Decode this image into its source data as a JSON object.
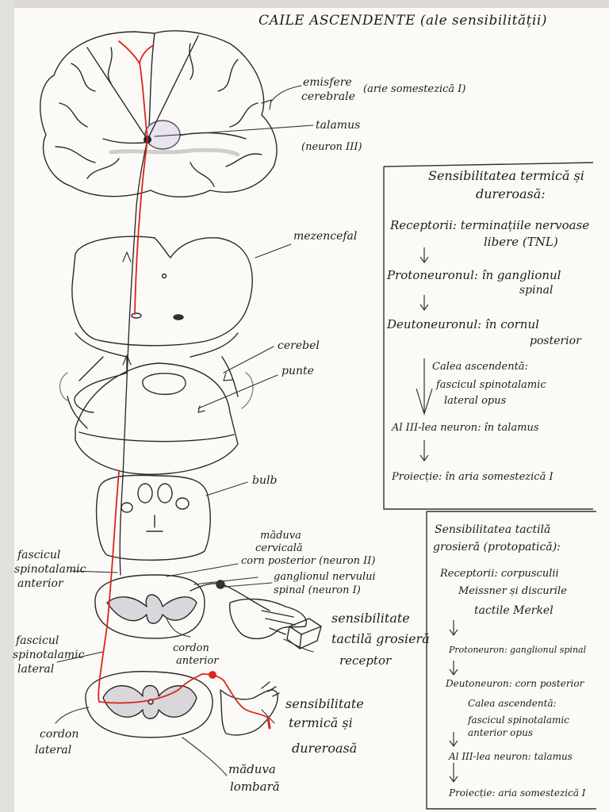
{
  "title": "CAILE ASCENDENTE (ale sensibilității)",
  "labels": {
    "emisfere": "emisfere",
    "cerebrale": "cerebrale",
    "arie1": "(arie somestezică I)",
    "talamus": "talamus",
    "neuron3": "(neuron III)",
    "mezencefal": "mezencefal",
    "cerebel": "cerebel",
    "punte": "punte",
    "bulb": "bulb",
    "maduva_cervicala_1": "măduva",
    "maduva_cervicala_2": "cervicală",
    "corn_posterior": "corn posterior (neuron II)",
    "ganglion_1": "ganglionul nervului",
    "ganglion_2": "spinal (neuron I)",
    "fascicul_anterior_1": "fascicul",
    "fascicul_anterior_2": "spinotalamic",
    "fascicul_anterior_3": "anterior",
    "fascicul_lateral_1": "fascicul",
    "fascicul_lateral_2": "spinotalamic",
    "fascicul_lateral_3": "lateral",
    "cordon_anterior_1": "cordon",
    "cordon_anterior_2": "anterior",
    "sens_tactila_1": "sensibilitate",
    "sens_tactila_2": "tactilă grosieră",
    "receptor": "receptor",
    "cordon_lateral_1": "cordon",
    "cordon_lateral_2": "lateral",
    "sens_termica_1": "sensibilitate",
    "sens_termica_2": "termică și",
    "sens_termica_3": "dureroasă",
    "maduva_lombara_1": "măduva",
    "maduva_lombara_2": "lombară"
  },
  "box1": {
    "heading_1": "Sensibilitatea termică și",
    "heading_2": "dureroasă:",
    "receptori_1": "Receptorii: terminațiile nervoase",
    "receptori_2": "libere (TNL)",
    "protoneuron_1": "Protoneuronul: în ganglionul",
    "protoneuron_2": "spinal",
    "deutoneuron_1": "Deutoneuronul: în cornul",
    "deutoneuron_2": "posterior",
    "cale_1": "Calea ascendentă:",
    "cale_2": "fascicul spinotalamic",
    "cale_3": "lateral opus",
    "neuron3": "Al III-lea neuron: în talamus",
    "proiectie": "Proiecție: în aria somestezică I"
  },
  "box2": {
    "heading_1": "Sensibilitatea tactilă",
    "heading_2": "grosieră (protopatică):",
    "receptori_1": "Receptorii: corpusculii",
    "receptori_2": "Meissner și discurile",
    "receptori_3": "tactile Merkel",
    "protoneuron": "Protoneuron: ganglionul spinal",
    "deutoneuron": "Deutoneuron: corn posterior",
    "cale_1": "Calea ascendentă:",
    "cale_2": "fascicul spinotalamic",
    "cale_3": "anterior opus",
    "neuron3": "Al III-lea neuron: talamus",
    "proiectie": "Proiecție: aria somestezică I"
  },
  "colors": {
    "pathway": "#d9261c",
    "ink": "#1c1c1c",
    "paper": "#fbfaf7"
  }
}
